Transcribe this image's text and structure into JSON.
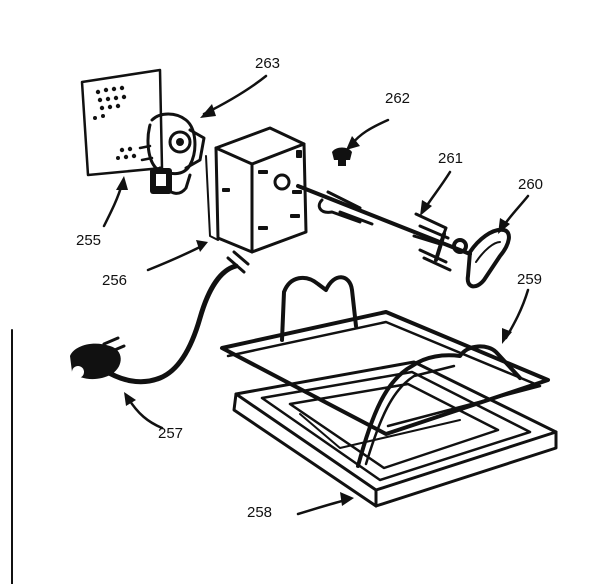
{
  "diagram": {
    "parts": [
      {
        "id": "263",
        "label": "263",
        "name": "motor-bracket"
      },
      {
        "id": "262",
        "label": "262",
        "name": "screw"
      },
      {
        "id": "261",
        "label": "261",
        "name": "spit-fork"
      },
      {
        "id": "260",
        "label": "260",
        "name": "spit-handle"
      },
      {
        "id": "259",
        "label": "259",
        "name": "wire-rack"
      },
      {
        "id": "258",
        "label": "258",
        "name": "drip-pan"
      },
      {
        "id": "257",
        "label": "257",
        "name": "power-cord"
      },
      {
        "id": "256",
        "label": "256",
        "name": "rotisserie-motor"
      },
      {
        "id": "255",
        "label": "255",
        "name": "mounting-plate"
      }
    ]
  }
}
